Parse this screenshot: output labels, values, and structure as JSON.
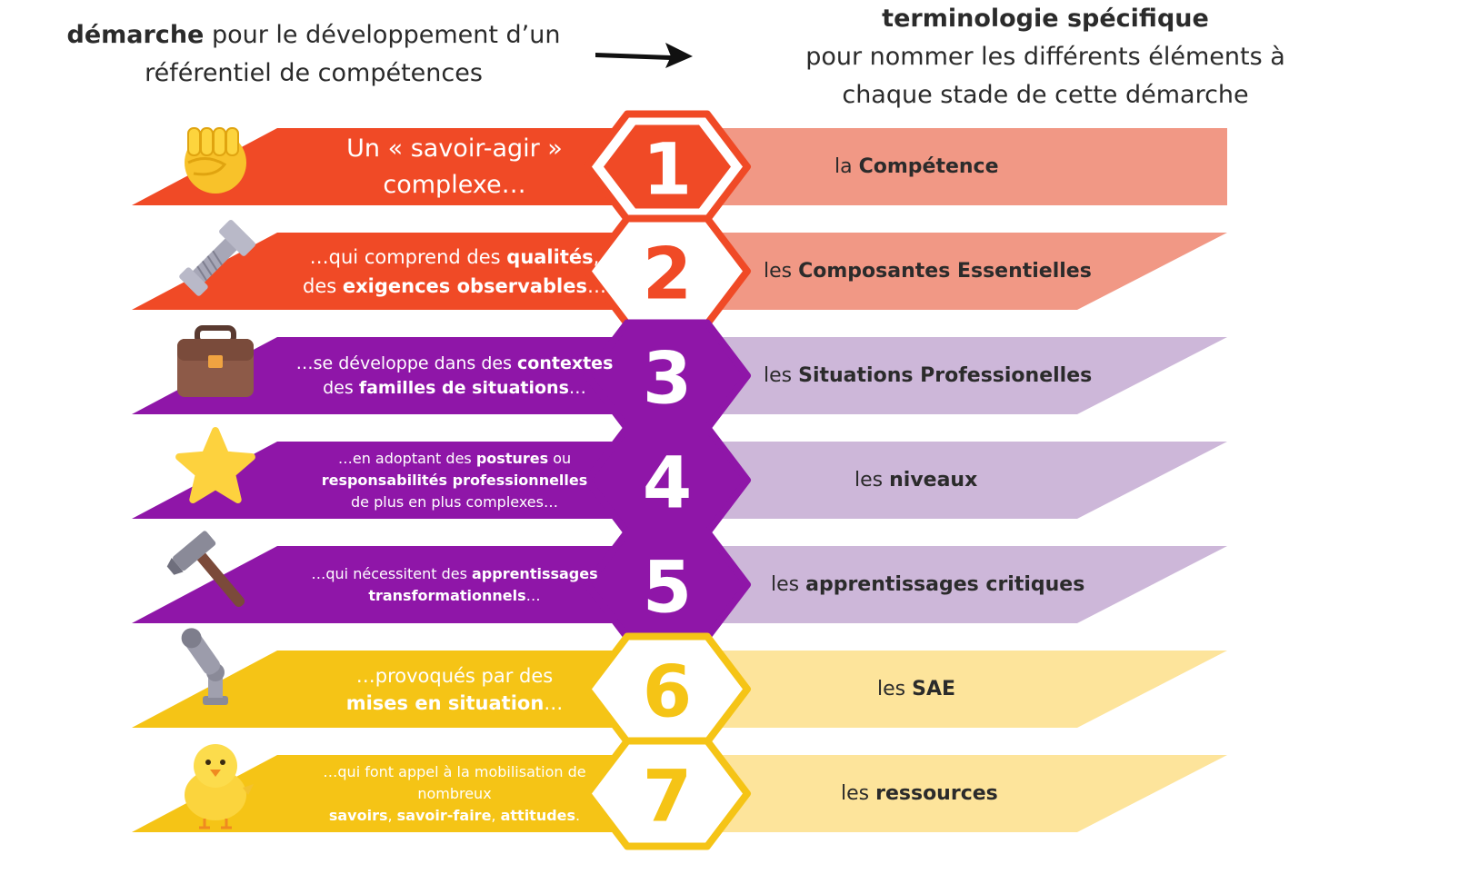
{
  "header": {
    "left": {
      "bold": "démarche",
      "rest": " pour le développement d’un référentiel de compétences"
    },
    "right": {
      "bold": "terminologie spécifique",
      "rest": "pour nommer les différents éléments à chaque stade de cette démarche"
    }
  },
  "colors": {
    "red": "#f04a26",
    "red_light": "#f19885",
    "purple": "#8f16a8",
    "purple_light": "#cdb7d9",
    "yellow": "#f5c416",
    "yellow_light": "#fde49b"
  },
  "steps": [
    {
      "number": "1",
      "icon": "fist-icon",
      "theme": "red",
      "left": [
        [
          {
            "t": "Un « savoir-agir »",
            "b": false
          }
        ],
        [
          {
            "t": "complexe…",
            "b": false
          }
        ]
      ],
      "right": [
        {
          "t": "la ",
          "b": false
        },
        {
          "t": "Compétence",
          "b": true
        }
      ]
    },
    {
      "number": "2",
      "icon": "bolt-icon",
      "theme": "red",
      "left": [
        [
          {
            "t": "…qui comprend des ",
            "b": false
          },
          {
            "t": "qualités",
            "b": true
          },
          {
            "t": ",",
            "b": false
          }
        ],
        [
          {
            "t": "des ",
            "b": false
          },
          {
            "t": "exigences observables",
            "b": true
          },
          {
            "t": "…",
            "b": false
          }
        ]
      ],
      "right": [
        {
          "t": "les ",
          "b": false
        },
        {
          "t": "Composantes Essentielles",
          "b": true
        }
      ]
    },
    {
      "number": "3",
      "icon": "briefcase-icon",
      "theme": "purple",
      "left": [
        [
          {
            "t": "…se développe dans des ",
            "b": false
          },
          {
            "t": "contextes",
            "b": true
          }
        ],
        [
          {
            "t": "des ",
            "b": false
          },
          {
            "t": "familles de situations",
            "b": true
          },
          {
            "t": "…",
            "b": false
          }
        ]
      ],
      "right": [
        {
          "t": "les ",
          "b": false
        },
        {
          "t": "Situations Professionelles",
          "b": true
        }
      ]
    },
    {
      "number": "4",
      "icon": "star-icon",
      "theme": "purple",
      "left": [
        [
          {
            "t": "…en adoptant des ",
            "b": false
          },
          {
            "t": "postures",
            "b": true
          },
          {
            "t": " ou",
            "b": false
          }
        ],
        [
          {
            "t": "responsabilités professionnelles",
            "b": true
          }
        ],
        [
          {
            "t": "de plus en plus complexes…",
            "b": false
          }
        ]
      ],
      "right": [
        {
          "t": "les ",
          "b": false
        },
        {
          "t": "niveaux",
          "b": true
        }
      ]
    },
    {
      "number": "5",
      "icon": "hammer-icon",
      "theme": "purple",
      "left": [
        [
          {
            "t": "…qui nécessitent des ",
            "b": false
          },
          {
            "t": "apprentissages",
            "b": true
          }
        ],
        [
          {
            "t": "transformationnels",
            "b": true
          },
          {
            "t": "…",
            "b": false
          }
        ]
      ],
      "right": [
        {
          "t": "les ",
          "b": false
        },
        {
          "t": "apprentissages critiques",
          "b": true
        }
      ]
    },
    {
      "number": "6",
      "icon": "robot-arm-icon",
      "theme": "yellow",
      "left": [
        [
          {
            "t": "…provoqués par des",
            "b": false
          }
        ],
        [
          {
            "t": "mises en situation",
            "b": true
          },
          {
            "t": "…",
            "b": false
          }
        ]
      ],
      "right": [
        {
          "t": "les ",
          "b": false
        },
        {
          "t": "SAE",
          "b": true
        }
      ]
    },
    {
      "number": "7",
      "icon": "chick-icon",
      "theme": "yellow",
      "left": [
        [
          {
            "t": "…qui font appel à la mobilisation de",
            "b": false
          }
        ],
        [
          {
            "t": "nombreux",
            "b": false
          }
        ],
        [
          {
            "t": "savoirs",
            "b": true
          },
          {
            "t": ", ",
            "b": false
          },
          {
            "t": "savoir-faire",
            "b": true
          },
          {
            "t": ", ",
            "b": false
          },
          {
            "t": "attitudes",
            "b": true
          },
          {
            "t": ".",
            "b": false
          }
        ]
      ],
      "right": [
        {
          "t": "les ",
          "b": false
        },
        {
          "t": "ressources",
          "b": true
        }
      ]
    }
  ]
}
